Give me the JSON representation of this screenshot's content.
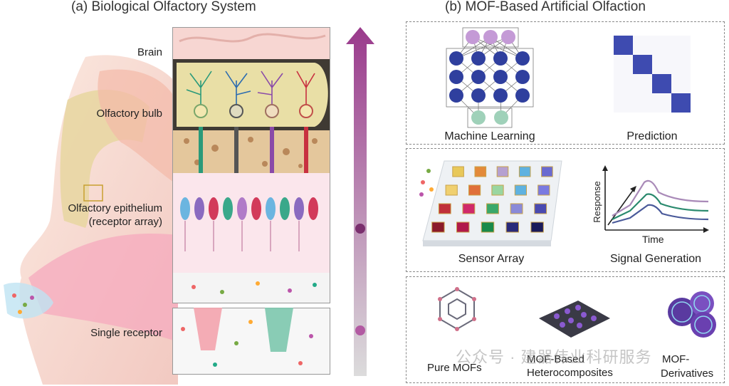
{
  "panel_a": {
    "title": "(a) Biological Olfactory System",
    "labels": {
      "brain": "Brain",
      "bulb": "Olfactory bulb",
      "epithelium_line1": "Olfactory epithelium",
      "epithelium_line2": "(receptor array)",
      "receptor": "Single receptor"
    }
  },
  "panel_b": {
    "title": "(b) MOF-Based Artificial Olfaction",
    "machine_learning": "Machine Learning",
    "prediction": "Prediction",
    "sensor_array": "Sensor Array",
    "signal_generation": "Signal Generation",
    "signal_axes": {
      "y": "Response",
      "x": "Time"
    },
    "pure_mofs": "Pure MOFs",
    "heterocomposites_line1": "MOF-Based",
    "heterocomposites_line2": "Heterocomposites",
    "derivatives_line1": "MOF-",
    "derivatives_line2": "Derivatives"
  },
  "watermark": "公众号 · 建器伟业科研服务",
  "colors": {
    "arrow_top": "#9a3a8c",
    "arrow_bottom": "#d9d9d9",
    "node_blue": "#2f3f9e",
    "node_purple": "#c49ad6",
    "node_green": "#9fd1b9",
    "prediction_blue": "#3e4bb0"
  }
}
